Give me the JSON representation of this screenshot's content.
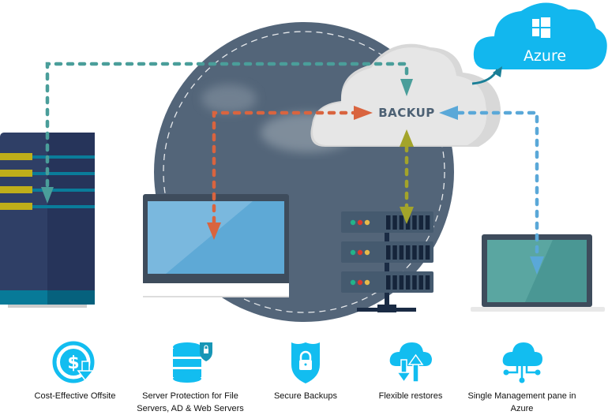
{
  "diagram": {
    "hub_label": "BACKUP",
    "cloud_provider_label": "Azure",
    "nodes": [
      {
        "id": "physical-server",
        "icon": "server-tower-icon"
      },
      {
        "id": "desktop-monitor",
        "icon": "monitor-icon"
      },
      {
        "id": "rack-server",
        "icon": "rack-server-icon"
      },
      {
        "id": "laptop",
        "icon": "laptop-icon"
      },
      {
        "id": "azure-cloud",
        "icon": "windows-logo-icon"
      }
    ],
    "connections": [
      {
        "from": "physical-server",
        "to": "backup",
        "color": "#4a9e9a",
        "direction": "bidirectional"
      },
      {
        "from": "desktop-monitor",
        "to": "backup",
        "color": "#d9643f",
        "direction": "bidirectional"
      },
      {
        "from": "rack-server",
        "to": "backup",
        "color": "#a3a42a",
        "direction": "bidirectional"
      },
      {
        "from": "laptop",
        "to": "backup",
        "color": "#5aa8d8",
        "direction": "bidirectional"
      },
      {
        "from": "backup",
        "to": "azure-cloud",
        "color": "#1a7f97",
        "direction": "to"
      }
    ],
    "colors": {
      "globe": "#536579",
      "backup_cloud": "#e3e3e3",
      "azure_cloud": "#12b7ee",
      "feature_icon": "#12bdf0"
    }
  },
  "features": [
    {
      "label": "Cost-Effective Offsite",
      "icon": "dollar-refresh-icon"
    },
    {
      "label": "Server Protection for File Servers, AD & Web Servers",
      "icon": "database-lock-icon"
    },
    {
      "label": "Secure Backups",
      "icon": "shield-lock-icon"
    },
    {
      "label": "Flexible restores",
      "icon": "cloud-updown-icon"
    },
    {
      "label": "Single Management pane in Azure",
      "icon": "cloud-network-icon"
    }
  ]
}
